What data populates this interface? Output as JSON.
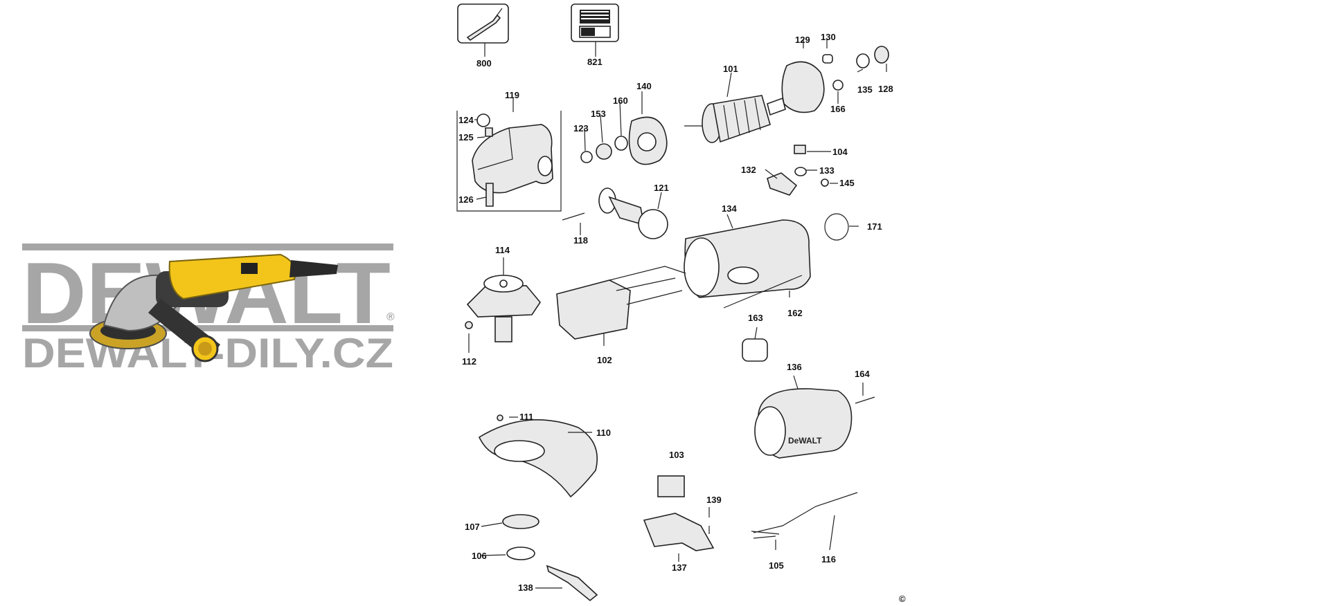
{
  "watermark": {
    "brand": "DEWALT",
    "registered": "®",
    "site": "DEWALT-DILY.CZ"
  },
  "product_badge": "DeWALT",
  "copyright": "©",
  "parts": [
    {
      "id": "800"
    },
    {
      "id": "821"
    },
    {
      "id": "129"
    },
    {
      "id": "130"
    },
    {
      "id": "101"
    },
    {
      "id": "135"
    },
    {
      "id": "128"
    },
    {
      "id": "166"
    },
    {
      "id": "119"
    },
    {
      "id": "140"
    },
    {
      "id": "124"
    },
    {
      "id": "160"
    },
    {
      "id": "153"
    },
    {
      "id": "125"
    },
    {
      "id": "123"
    },
    {
      "id": "104"
    },
    {
      "id": "132"
    },
    {
      "id": "133"
    },
    {
      "id": "145"
    },
    {
      "id": "121"
    },
    {
      "id": "126"
    },
    {
      "id": "134"
    },
    {
      "id": "171"
    },
    {
      "id": "118"
    },
    {
      "id": "114"
    },
    {
      "id": "162"
    },
    {
      "id": "163"
    },
    {
      "id": "112"
    },
    {
      "id": "102"
    },
    {
      "id": "136"
    },
    {
      "id": "164"
    },
    {
      "id": "111"
    },
    {
      "id": "110"
    },
    {
      "id": "103"
    },
    {
      "id": "139"
    },
    {
      "id": "107"
    },
    {
      "id": "106"
    },
    {
      "id": "137"
    },
    {
      "id": "105"
    },
    {
      "id": "116"
    },
    {
      "id": "138"
    }
  ]
}
